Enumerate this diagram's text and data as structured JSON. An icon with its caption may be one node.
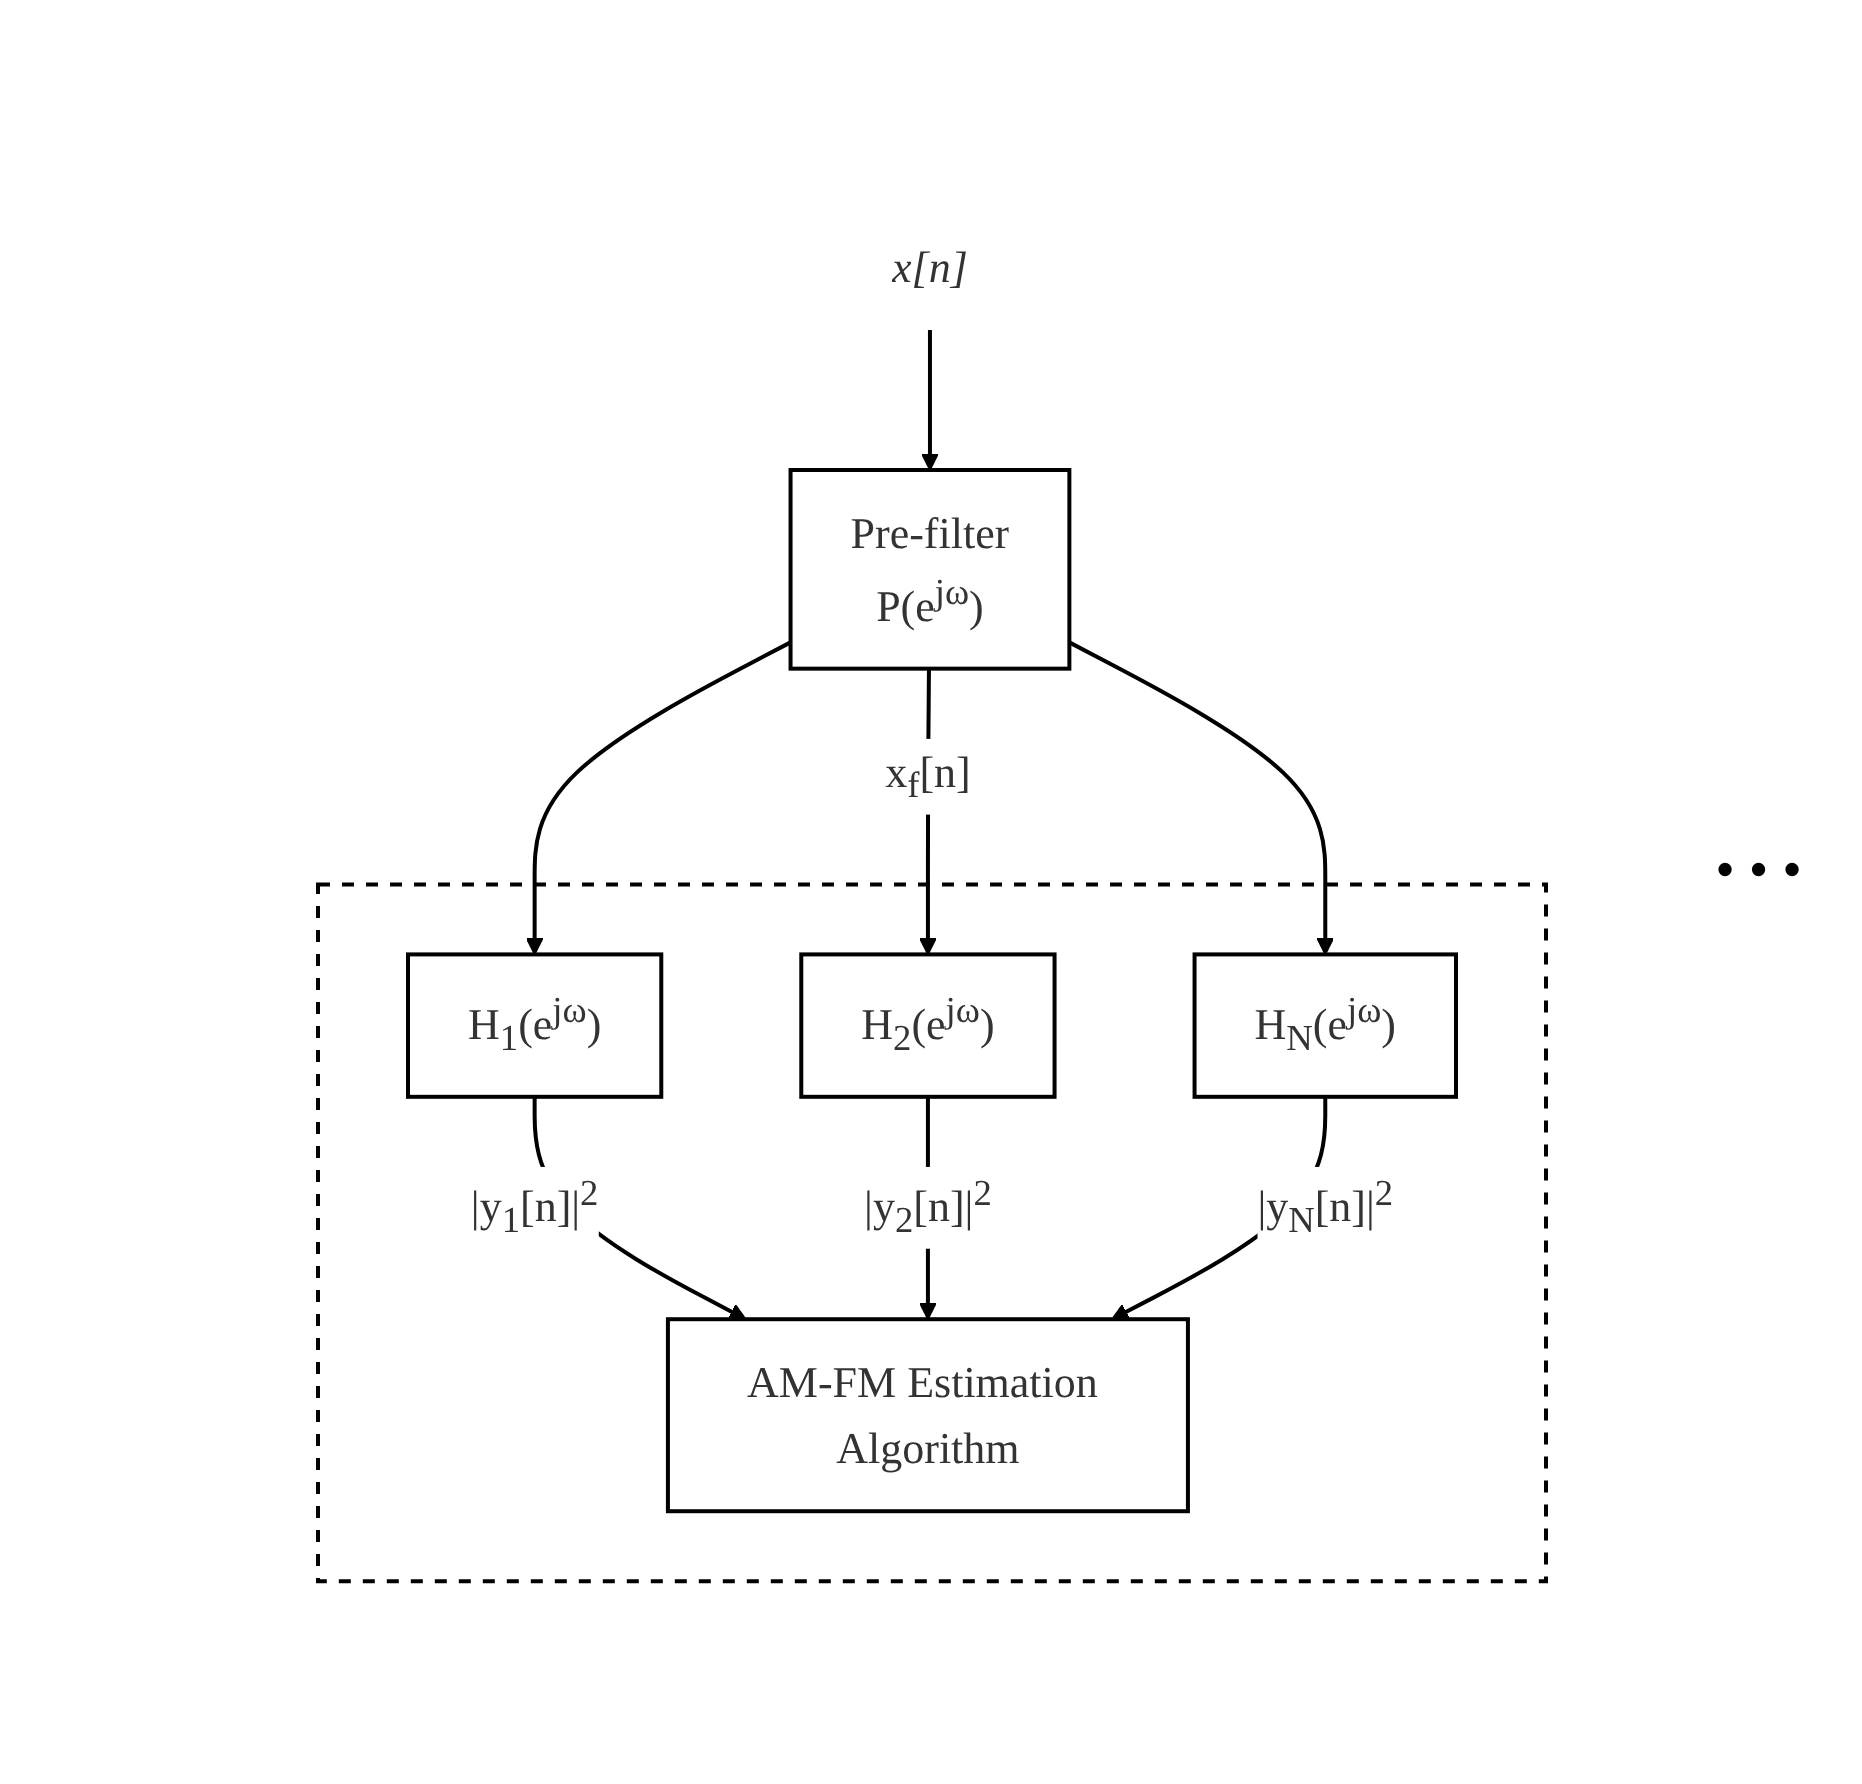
{
  "diagram": {
    "nodes": [
      {
        "text": [
          "x[n]"
        ]
      },
      {
        "text": [
          "Pre-filter",
          "P(e$^{jω}$)"
        ]
      },
      {
        "text": [],
        "shape": "box"
      },
      {
        "text": [
          "H$_{1}$(e$^{jω}$)"
        ],
        "in": 2
      },
      {
        "text": [
          "H$_{2}$(e$^{jω}$)"
        ],
        "in": 2
      },
      {
        "text": [
          "H$_{N}$(e$^{jω}$)"
        ],
        "in": 2
      },
      {
        "text": [
          "AM-FM Estimation Algorithm"
        ],
        "in": 2
      }
    ],
    "edges": [
      {
        "from": 0,
        "to": 1,
        "arrow": "to"
      },
      {
        "from": 1,
        "to": 3,
        "arrow": "to"
      },
      {
        "from": 1,
        "to": 4,
        "arrow": "to",
        "label": "x$_{f}$[n]"
      },
      {
        "from": 1,
        "to": 5,
        "arrow": "to"
      },
      {
        "from": 3,
        "to": 6,
        "arrow": "to",
        "label": "|y$_{1}$[n]|$^{2}$"
      },
      {
        "from": 4,
        "to": 6,
        "arrow": "to",
        "label": "|y$_{2}$[n]|$^{2}$"
      },
      {
        "from": 5,
        "to": 6,
        "arrow": "to",
        "label": "|y$_{N}$[n]|$^{2}$"
      }
    ],
    "labels": [
      "• • •"
    ]
  }
}
